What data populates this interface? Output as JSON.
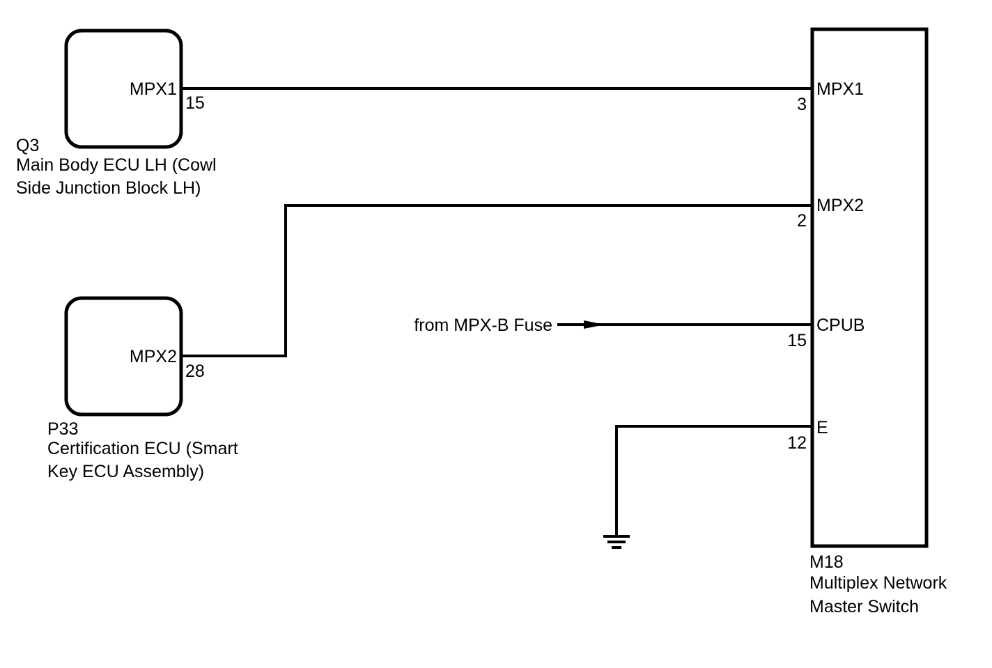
{
  "components": {
    "q3": {
      "ref": "Q3",
      "name_line1": "Main Body ECU LH (Cowl",
      "name_line2": "Side Junction Block LH)",
      "terminal": "MPX1",
      "pin": "15"
    },
    "p33": {
      "ref": "P33",
      "name_line1": "Certification ECU (Smart",
      "name_line2": "Key ECU Assembly)",
      "terminal": "MPX2",
      "pin": "28"
    },
    "m18": {
      "ref": "M18",
      "name_line1": "Multiplex Network",
      "name_line2": "Master Switch",
      "terminals": [
        {
          "label": "MPX1",
          "pin": "3"
        },
        {
          "label": "MPX2",
          "pin": "2"
        },
        {
          "label": "CPUB",
          "pin": "15"
        },
        {
          "label": "E",
          "pin": "12"
        }
      ]
    }
  },
  "fuse_source": "from MPX-B Fuse",
  "ground_icon": "ground-symbol-icon"
}
